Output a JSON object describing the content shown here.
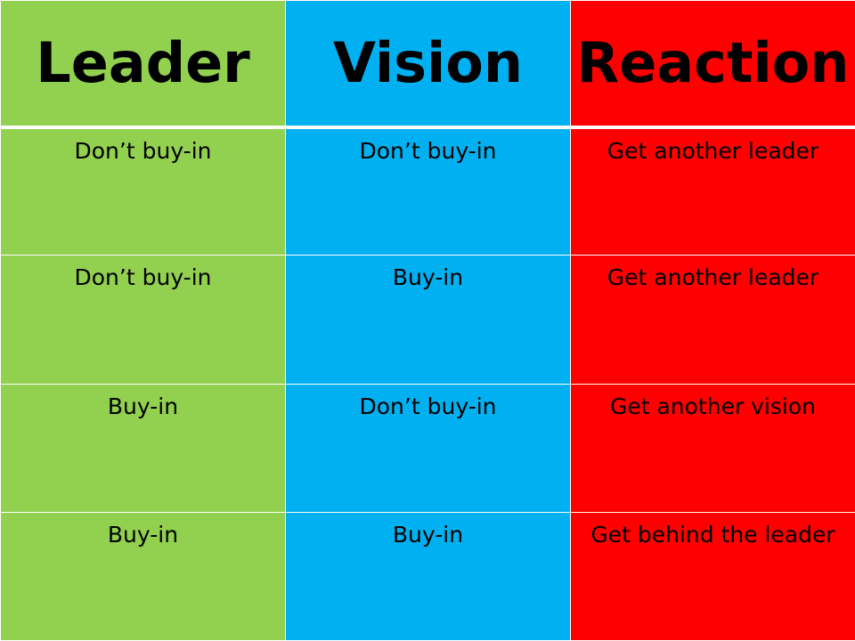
{
  "headers": {
    "leader": "Leader",
    "vision": "Vision",
    "reaction": "Reaction"
  },
  "rows": [
    {
      "leader": "Don’t buy-in",
      "vision": "Don’t buy-in",
      "reaction": "Get another leader"
    },
    {
      "leader": "Don’t buy-in",
      "vision": "Buy-in",
      "reaction": "Get another leader"
    },
    {
      "leader": "Buy-in",
      "vision": "Don’t buy-in",
      "reaction": "Get another vision"
    },
    {
      "leader": "Buy-in",
      "vision": "Buy-in",
      "reaction": "Get behind the leader"
    }
  ],
  "colors": {
    "leader_column": "#92d050",
    "vision_column": "#00b0f0",
    "reaction_column": "#ff0000"
  }
}
